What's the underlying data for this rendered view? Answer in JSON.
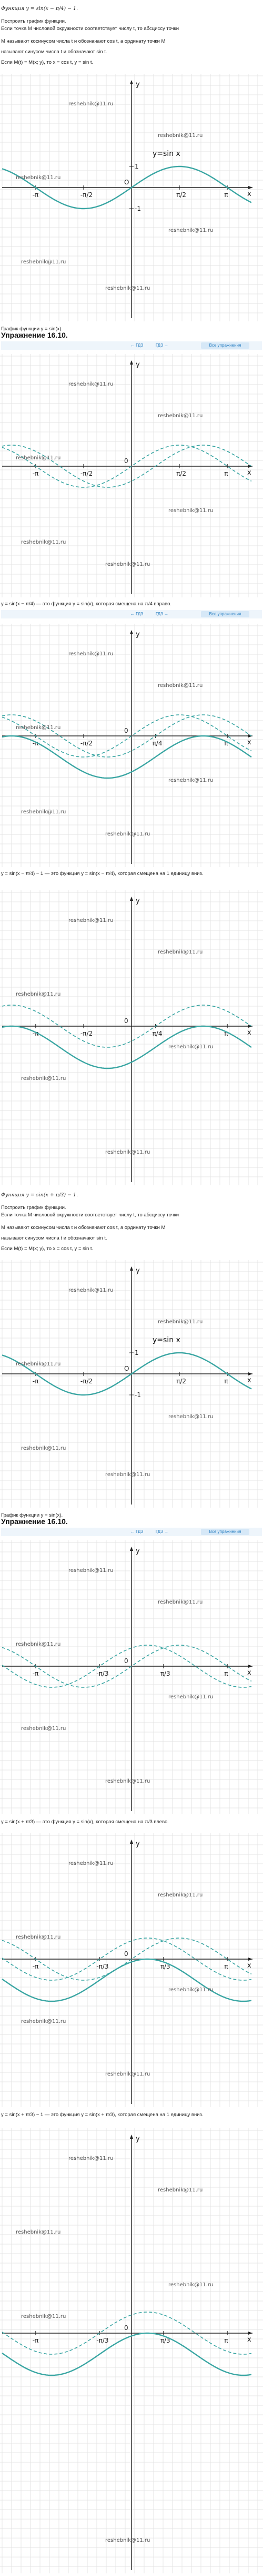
{
  "sections": [
    {
      "heading": "Функция y = sin(x − π/4) − 1.",
      "intro": [
        "Построить график функции.",
        "Если точка M числовой окружности соответствует числу t, то абсциссу точки",
        "M называют косинусом числа t и обозначают cos t, а ординату точки M",
        "называют синусом числа t и обозначают sin t.",
        "Если M(t) = M(x; y), то x = cos t, y = sin t."
      ],
      "caption": "График функции y = sin(x).",
      "exercise": "Упражнение 16.10.",
      "step2_text": "y = sin(x − π/4) — это функция y = sin(x), которая смещена на π/4 вправо.",
      "step3_text": "y = sin(x − π/4) − 1 — это функция y = sin(x − π/4), которая смещена на 1 единицу вниз."
    },
    {
      "heading": "Функция y = sin(x + π/3) − 1.",
      "intro": [
        "Построить график функции.",
        "Если точка M числовой окружности соответствует числу t, то абсциссу точки",
        "M называют косинусом числа t и обозначают cos t, а ординату точки M",
        "называют синусом числа t и обозначают sin t.",
        "Если M(t) = M(x; y), то x = cos t, y = sin t."
      ],
      "caption": "График функции y = sin(x).",
      "exercise": "Упражнение 16.10.",
      "step2_text": "y = sin(x + π/3) — это функция y = sin(x), которая смещена на π/3 влево.",
      "step3_text": "y = sin(x + π/3) − 1 — это функция y = sin(x + π/3), которая смещена на 1 единицу вниз."
    }
  ],
  "nav": {
    "prev": "ГДЗ",
    "next": "ГДЗ",
    "all": "Все упражнения"
  },
  "watermark": "reshebnik@11.ru",
  "chart_data": [
    {
      "type": "line",
      "series": [
        {
          "fn": "sin",
          "shift": 0,
          "vshift": 0,
          "style": "solid"
        }
      ],
      "label": "y=sin x",
      "xticks": [
        "-π",
        "-π/2",
        "O",
        "π/2",
        "π"
      ],
      "yticks": [
        "1",
        "-1"
      ],
      "axis": [
        "x",
        "y"
      ]
    },
    {
      "type": "line",
      "series": [
        {
          "fn": "sin",
          "shift": 0,
          "vshift": 0,
          "style": "dashed"
        },
        {
          "fn": "sin",
          "shift": 0.7854,
          "vshift": 0,
          "style": "dashed"
        }
      ],
      "xticks": [
        "-π",
        "-π/2",
        "0",
        "π/2",
        "π"
      ],
      "axis": [
        "x",
        "y"
      ]
    },
    {
      "type": "line",
      "series": [
        {
          "fn": "sin",
          "shift": 0,
          "vshift": 0,
          "style": "dashed"
        },
        {
          "fn": "sin",
          "shift": 0.7854,
          "vshift": 0,
          "style": "dashed"
        },
        {
          "fn": "sin",
          "shift": 0.7854,
          "vshift": -1,
          "style": "solid"
        }
      ],
      "xticks": [
        "-π",
        "-π/2",
        "0",
        "π/4",
        "π"
      ],
      "axis": [
        "x",
        "y"
      ]
    },
    {
      "type": "line",
      "series": [
        {
          "fn": "sin",
          "shift": 0.7854,
          "vshift": 0,
          "style": "dashed"
        },
        {
          "fn": "sin",
          "shift": 0.7854,
          "vshift": -1,
          "style": "solid"
        }
      ],
      "xticks": [
        "-π",
        "-π/2",
        "0",
        "π/4",
        "π"
      ],
      "axis": [
        "x",
        "y"
      ]
    },
    {
      "type": "line",
      "series": [
        {
          "fn": "sin",
          "shift": 0,
          "vshift": 0,
          "style": "solid"
        }
      ],
      "label": "y=sin x",
      "xticks": [
        "-π",
        "-π/2",
        "O",
        "π/2",
        "π"
      ],
      "yticks": [
        "1",
        "-1"
      ],
      "axis": [
        "x",
        "y"
      ]
    },
    {
      "type": "line",
      "series": [
        {
          "fn": "sin",
          "shift": 0,
          "vshift": 0,
          "style": "dashed"
        },
        {
          "fn": "sin",
          "shift": -1.0472,
          "vshift": 0,
          "style": "dashed"
        }
      ],
      "xticks": [
        "-π",
        "-π/3",
        "0",
        "π/3",
        "π"
      ],
      "axis": [
        "x",
        "y"
      ]
    },
    {
      "type": "line",
      "series": [
        {
          "fn": "sin",
          "shift": 0,
          "vshift": 0,
          "style": "dashed"
        },
        {
          "fn": "sin",
          "shift": -1.0472,
          "vshift": 0,
          "style": "dashed"
        },
        {
          "fn": "sin",
          "shift": -1.0472,
          "vshift": -1,
          "style": "solid"
        }
      ],
      "xticks": [
        "-π",
        "-π/3",
        "0",
        "π/3",
        "π"
      ],
      "axis": [
        "x",
        "y"
      ]
    },
    {
      "type": "line",
      "series": [
        {
          "fn": "sin",
          "shift": -1.0472,
          "vshift": 0,
          "style": "dashed"
        },
        {
          "fn": "sin",
          "shift": -1.0472,
          "vshift": -1,
          "style": "solid"
        }
      ],
      "xticks": [
        "-π",
        "-π/3",
        "0",
        "π/3",
        "π"
      ],
      "axis": [
        "x",
        "y"
      ]
    }
  ]
}
